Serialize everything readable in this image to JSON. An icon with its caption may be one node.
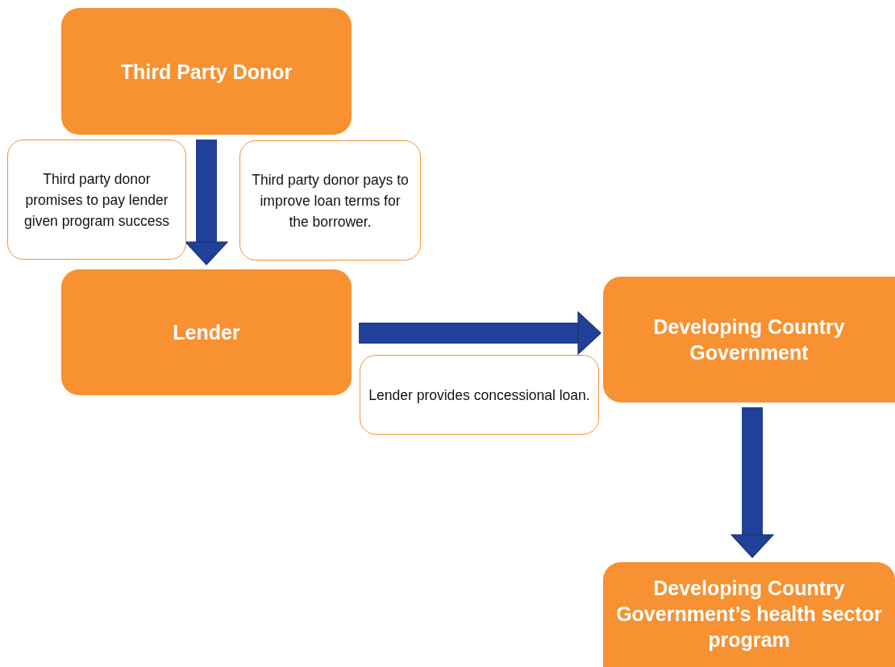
{
  "diagram": {
    "nodes": [
      {
        "text": [
          "Third Party Donor"
        ]
      },
      {
        "text": [
          "Third party donor promises to pay lender given program success"
        ]
      },
      {
        "text": [
          "Third party donor pays to improve loan terms for the borrower."
        ]
      },
      {
        "text": [
          "Lender"
        ]
      },
      {
        "text": [
          "Developing Country Government"
        ]
      },
      {
        "text": [
          "Lender provides concessional loan."
        ]
      },
      {
        "text": [
          "Developing Country Government’s health sector program"
        ]
      }
    ],
    "edges": [
      {
        "from": 0,
        "to": 3,
        "arrow": "to"
      },
      {
        "from": 3,
        "to": 4,
        "arrow": "to"
      },
      {
        "from": 4,
        "to": 6,
        "arrow": "to"
      }
    ]
  }
}
